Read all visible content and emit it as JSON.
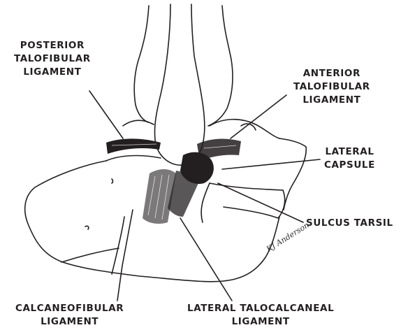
{
  "diagram": {
    "labels": {
      "posterior_talofibular": [
        "POSTERIOR",
        "TALOFIBULAR",
        "LIGAMENT"
      ],
      "anterior_talofibular": [
        "ANTERIOR",
        "TALOFIBULAR",
        "LIGAMENT"
      ],
      "lateral_capsule": [
        "LATERAL",
        "CAPSULE"
      ],
      "sulcus_tarsil": [
        "SULCUS TARSIL"
      ],
      "calcaneofibular": [
        "CALCANEOFIBULAR",
        "LIGAMENT"
      ],
      "lateral_talocalcaneal": [
        "LATERAL TALOCALCANEAL",
        "LIGAMENT"
      ]
    },
    "signature": "KJ Anderson",
    "colors": {
      "ink": "#231f20",
      "paper": "#ffffff"
    }
  }
}
